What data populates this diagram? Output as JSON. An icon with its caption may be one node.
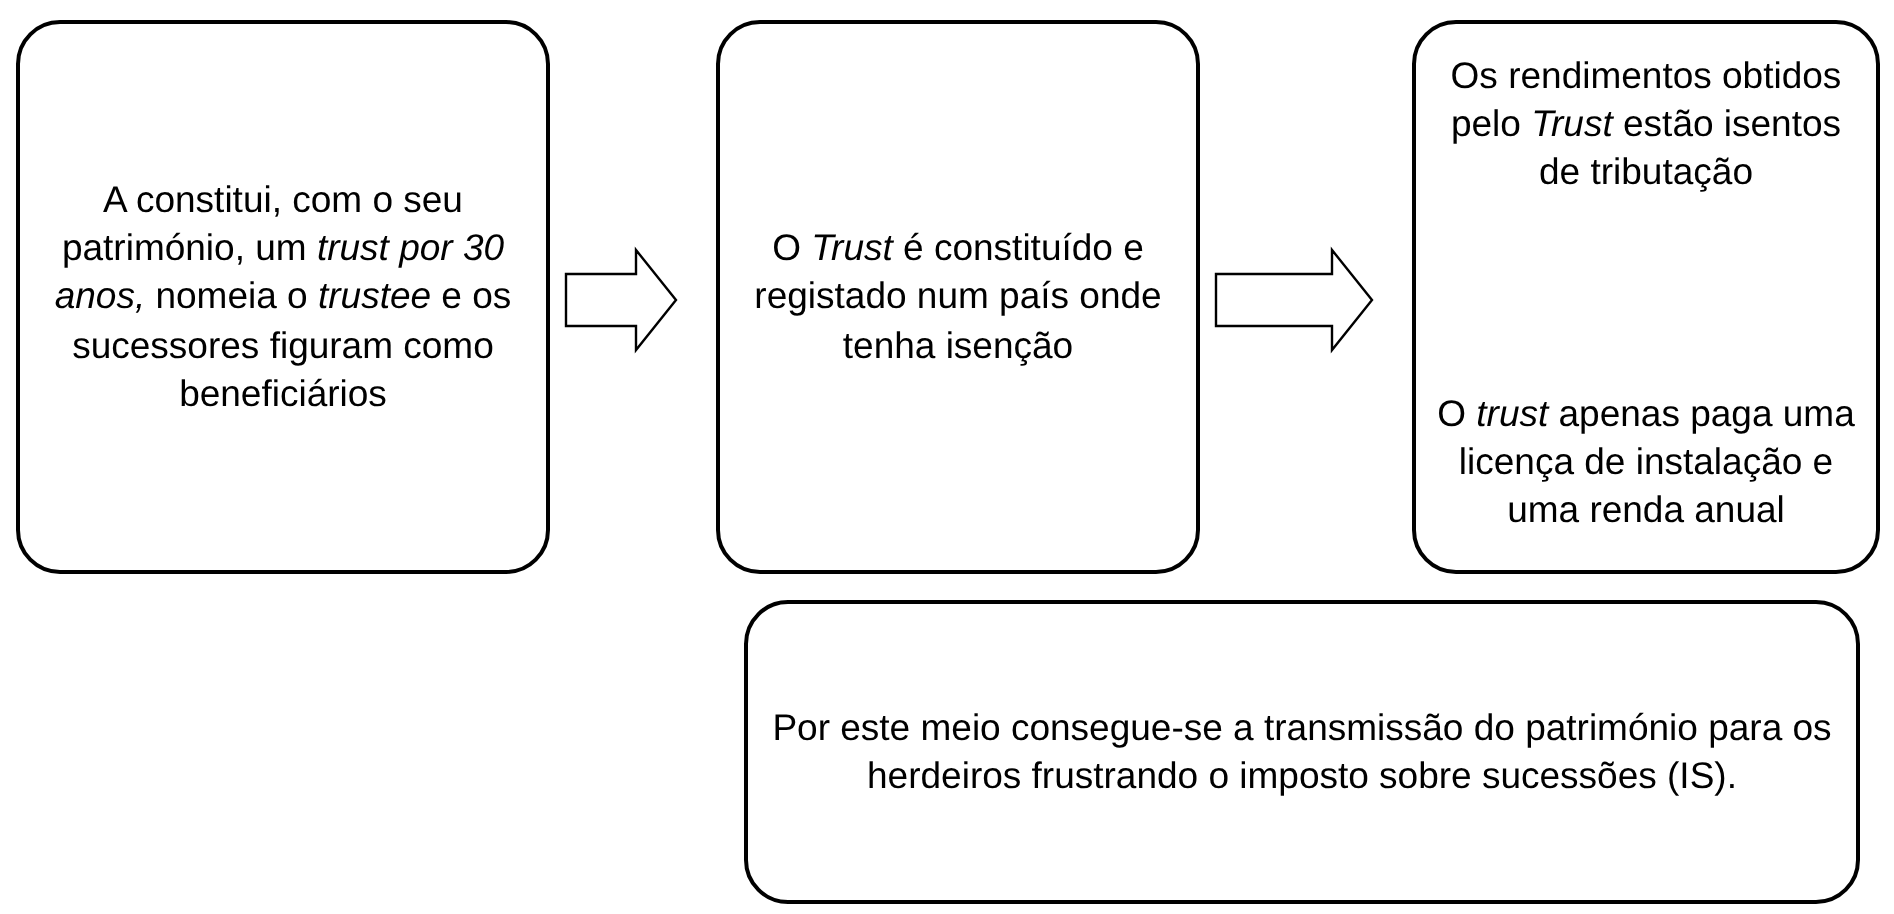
{
  "diagram": {
    "nodes": [
      {
        "text": [
          "A constitui, com o seu património, um *trust por 30 anos,* nomeia o *trustee* e os sucessores figuram como beneficiários"
        ]
      },
      {
        "text": [
          "O *Trust* é constituído e registado num país onde tenha isenção"
        ]
      },
      {
        "text": [
          "Os rendimentos obtidos pelo *Trust* estão isentos de tributação",
          "O *trust* apenas paga uma licença de instalação e uma renda anual"
        ]
      },
      {
        "text": [
          "Por este meio consegue-se a transmissão do património para os herdeiros frustrando o imposto sobre sucessões (IS)."
        ]
      }
    ],
    "edges": [
      {
        "from": 0,
        "to": 1,
        "arrow": "to"
      },
      {
        "from": 1,
        "to": 2,
        "arrow": "to"
      }
    ]
  }
}
